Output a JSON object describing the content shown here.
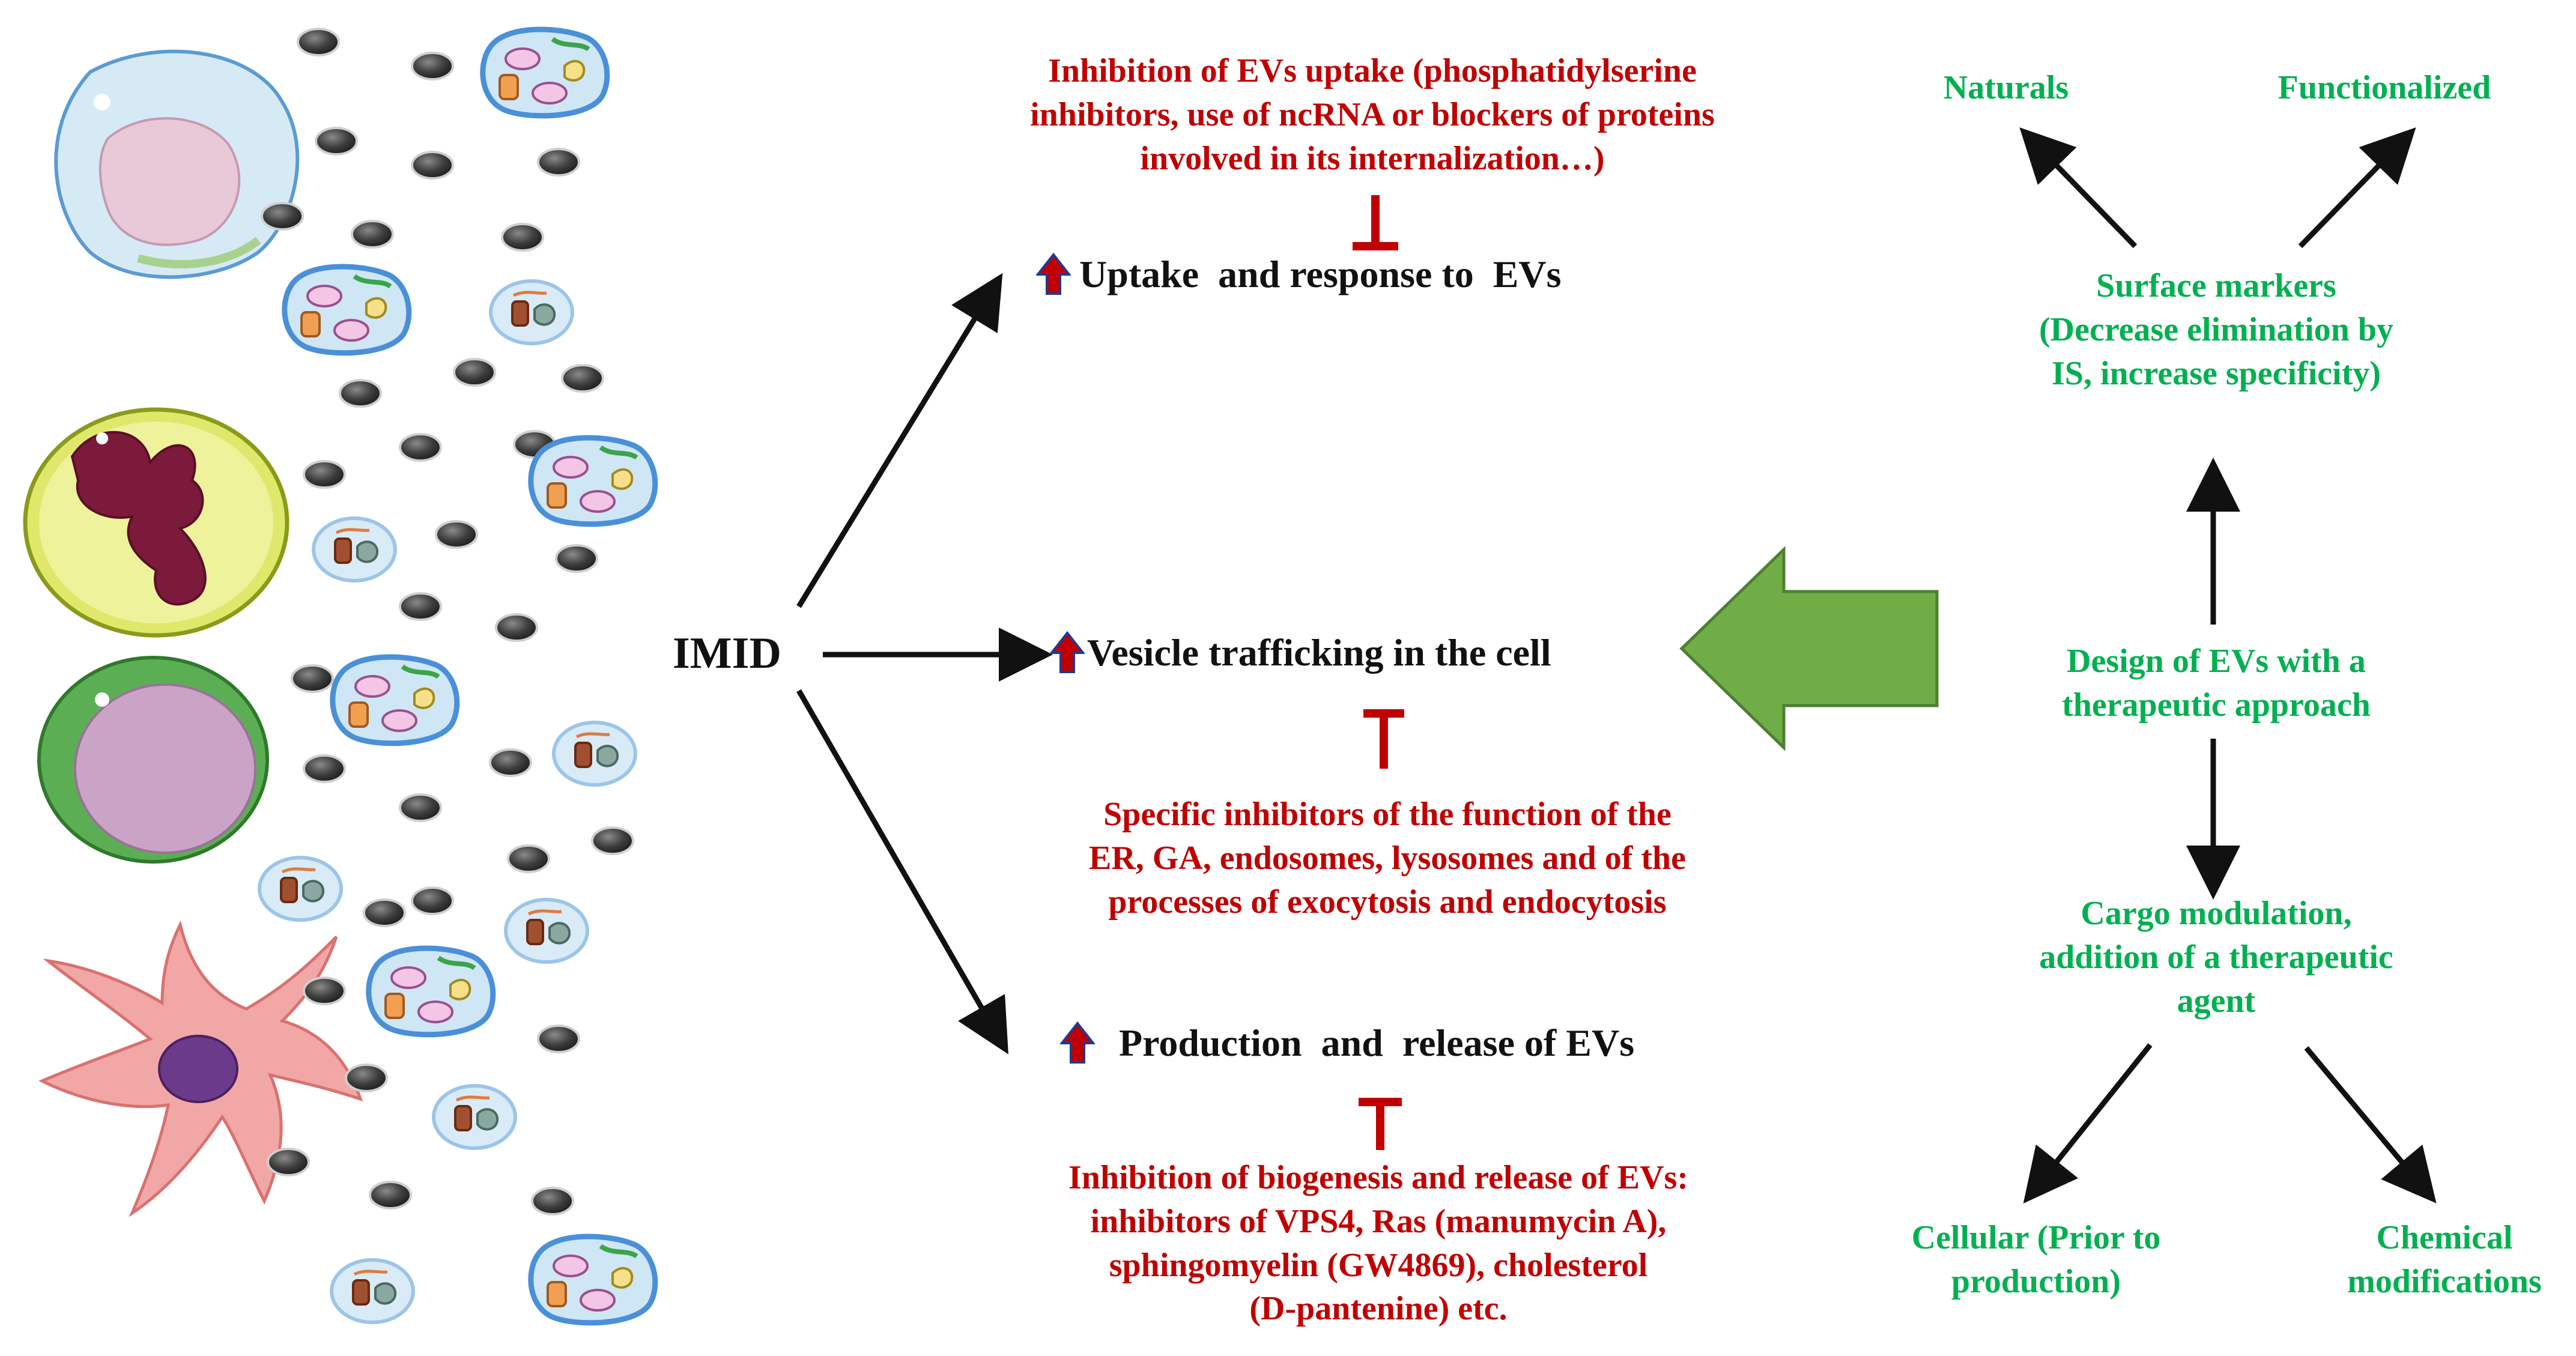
{
  "center": {
    "imid": "IMID",
    "uptake": "Uptake  and response to  EVs",
    "trafficking": "Vesicle trafficking in the cell",
    "production": "Production  and  release of EVs"
  },
  "inhibitions": {
    "uptake": [
      "Inhibition of EVs uptake (phosphatidylserine",
      "inhibitors, use of ncRNA or blockers of proteins",
      "involved in its internalization…)"
    ],
    "trafficking": [
      "Specific inhibitors of the function of the",
      "ER, GA, endosomes, lysosomes and of the",
      "processes of exocytosis and endocytosis"
    ],
    "production": [
      "Inhibition of biogenesis and release of EVs:",
      "inhibitors of VPS4, Ras (manumycin A),",
      "sphingomyelin (GW4869), cholesterol",
      "(D-pantenine) etc."
    ]
  },
  "therapy": {
    "naturals": "Naturals",
    "functionalized": "Functionalized",
    "surface_markers": [
      "Surface markers",
      "(Decrease elimination by",
      "IS, increase specificity)"
    ],
    "design": [
      "Design of EVs with a",
      "therapeutic approach"
    ],
    "cargo": [
      "Cargo modulation,",
      "addition of a therapeutic",
      "agent"
    ],
    "cellular": [
      "Cellular (Prior to",
      "production)"
    ],
    "chemical": [
      "Chemical",
      "modifications"
    ]
  },
  "colors": {
    "inhibition": "#c00000",
    "therapy": "#00b050",
    "big_arrow": "#70ad47",
    "up_marker": "#c00000",
    "up_marker_outline": "#1f3a93",
    "text": "#111111"
  },
  "icons": [
    "immune-cell-icon",
    "vesicle-icon",
    "exosome-icon",
    "up-arrow-icon",
    "inhibition-bar-icon"
  ]
}
